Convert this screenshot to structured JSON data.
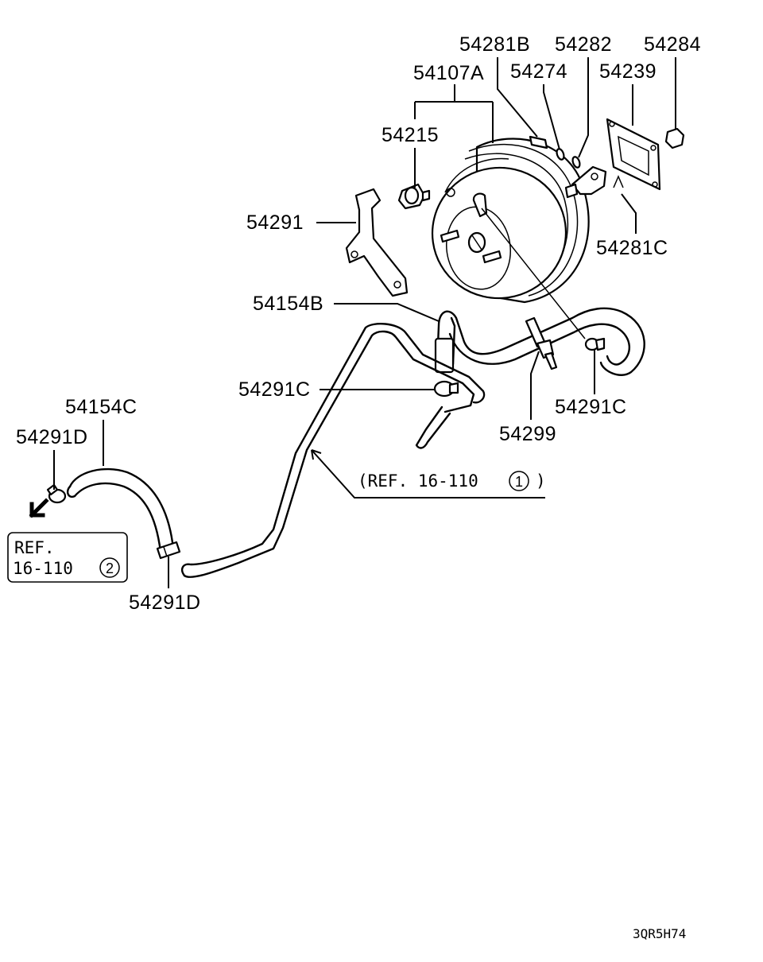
{
  "labels": {
    "p54281B": "54281B",
    "p54282": "54282",
    "p54284": "54284",
    "p54107A": "54107A",
    "p54274": "54274",
    "p54239": "54239",
    "p54215": "54215",
    "p54291": "54291",
    "p54281C": "54281C",
    "p54154B": "54154B",
    "p54291C_a": "54291C",
    "p54291C_b": "54291C",
    "p54299": "54299",
    "p54154C": "54154C",
    "p54291D_a": "54291D",
    "p54291D_b": "54291D"
  },
  "references": {
    "ref1_text": "(REF. 16-110",
    "ref1_circle": "1",
    "ref1_close": ")",
    "ref2_line1": "REF.",
    "ref2_line2": "16-110",
    "ref2_circle": "2"
  },
  "drawing_code": "3QR5H74",
  "icons": {
    "direction_arrow": "arrow-down-left-icon"
  }
}
